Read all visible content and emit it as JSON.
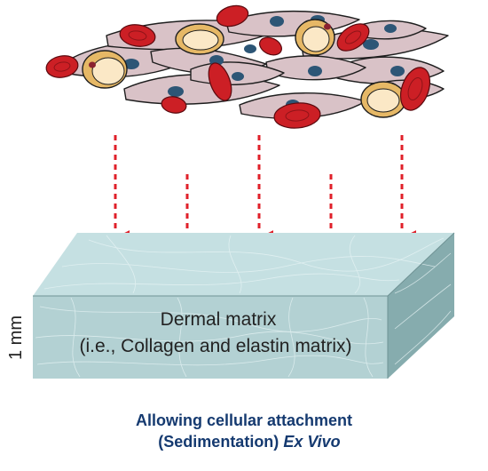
{
  "diagram": {
    "matrix_label_line1": "Dermal matrix",
    "matrix_label_line2": "(i.e., Collagen and elastin matrix)",
    "thickness_label": "1 mm",
    "caption_line1": "Allowing cellular attachment",
    "caption_line2_plain": "(Sedimentation) ",
    "caption_line2_italic": "Ex Vivo"
  },
  "colors": {
    "arrow": "#e0202a",
    "caption": "#153a70",
    "matrix_top": "#c5e0e2",
    "matrix_front": "#b3d1d3",
    "matrix_side": "#86acae",
    "fibroblast": "#d9c2c7",
    "nucleus": "#2d5676",
    "red_cell": "#cc1f25",
    "adipocyte_outer": "#e6b866",
    "adipocyte_inner": "#fbe8c6"
  },
  "icons": [
    "cell-cluster-icon",
    "downward-arrow-icon",
    "matrix-block-icon"
  ]
}
